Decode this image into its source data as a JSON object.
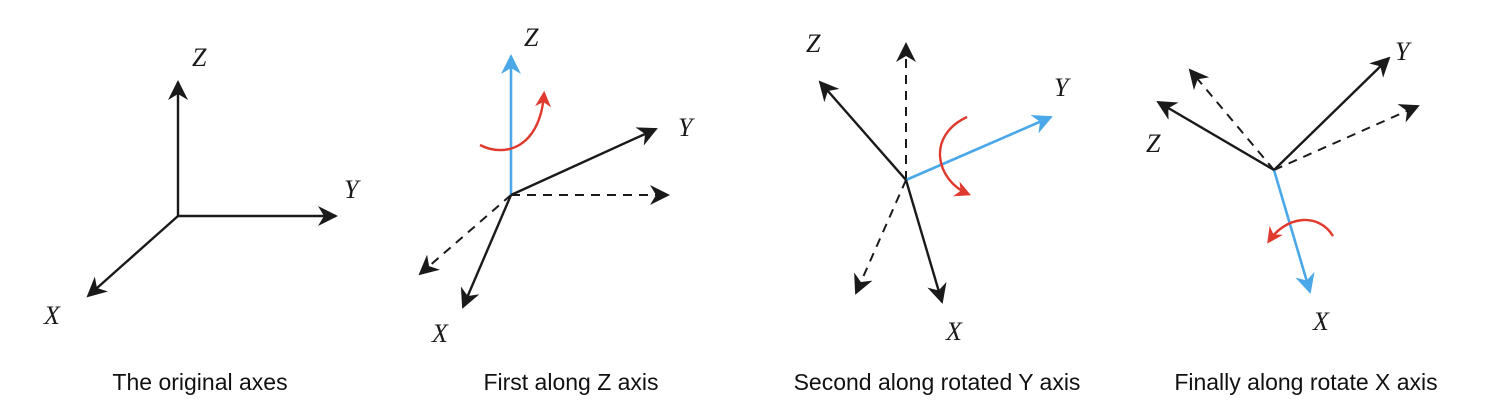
{
  "colors": {
    "axis": "#1a1a1a",
    "highlight_axis": "#4aa8e8",
    "rotation_arrow": "#e03a2e"
  },
  "panels": [
    {
      "caption": "The original axes",
      "labels": {
        "x": "X",
        "y": "Y",
        "z": "Z"
      }
    },
    {
      "caption": "First along Z axis",
      "labels": {
        "x": "X",
        "y": "Y",
        "z": "Z"
      }
    },
    {
      "caption": "Second along rotated Y axis",
      "labels": {
        "x": "X",
        "y": "Y",
        "z": "Z"
      }
    },
    {
      "caption": "Finally along rotate X axis",
      "labels": {
        "x": "X",
        "y": "Y",
        "z": "Z"
      }
    }
  ]
}
